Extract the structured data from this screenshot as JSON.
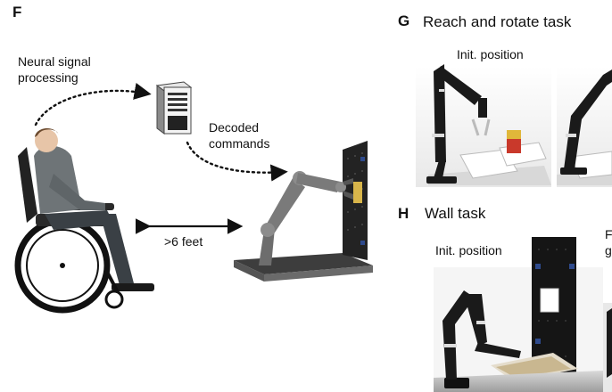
{
  "panel_f": {
    "letter": "F",
    "neural_label": [
      "Neural signal",
      "processing"
    ],
    "decoded_label": [
      "Decoded",
      "commands"
    ],
    "distance_label": ">6 feet"
  },
  "panel_g": {
    "letter": "G",
    "title": "Reach and rotate task",
    "init_label": "Init. position"
  },
  "panel_h": {
    "letter": "H",
    "title": "Wall task",
    "init_label": "Init. position",
    "partial_label_1": "F",
    "partial_label_2": "g"
  },
  "colors": {
    "arm_gray": "#7a7a7a",
    "robot_black": "#1a1a1a",
    "board": "#222222",
    "gripper_object": "#d8b54a",
    "photo_bg": "#f2f2f2"
  }
}
